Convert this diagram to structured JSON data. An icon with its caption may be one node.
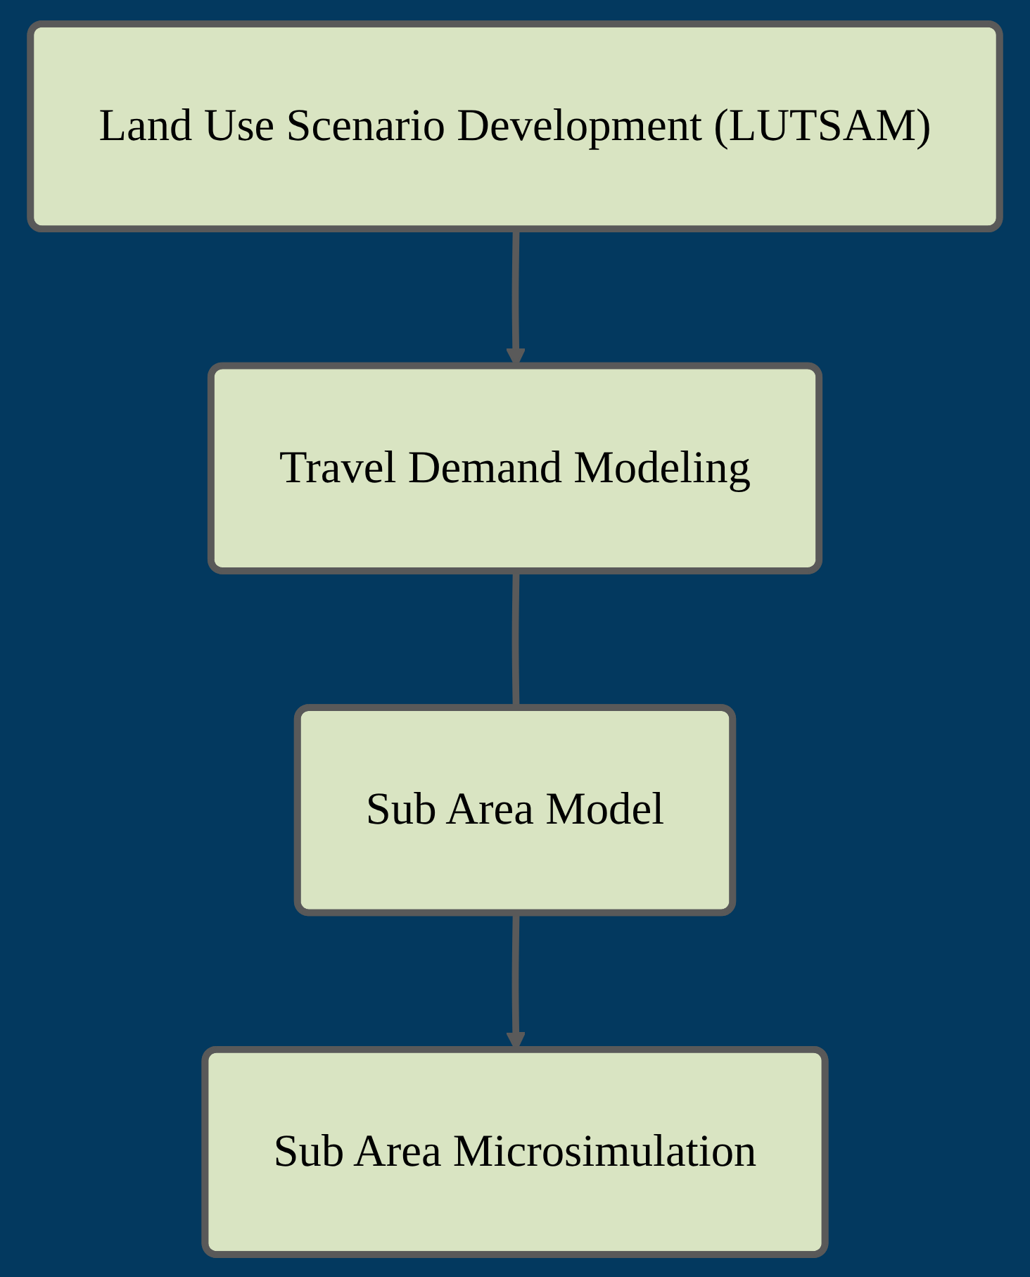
{
  "diagram": {
    "nodes": [
      {
        "text": [
          "Land Use Scenario Development (LUTSAM)"
        ]
      },
      {
        "text": [
          "Travel Demand Modeling"
        ]
      },
      {
        "text": [
          "Sub Area Model"
        ]
      },
      {
        "text": [
          "Sub Area Microsimulation"
        ]
      }
    ],
    "edges": [
      {
        "from": 0,
        "to": 1,
        "arrow": "to"
      },
      {
        "from": 1,
        "to": 2,
        "arrow": "none"
      },
      {
        "from": 2,
        "to": 3,
        "arrow": "to"
      }
    ]
  }
}
